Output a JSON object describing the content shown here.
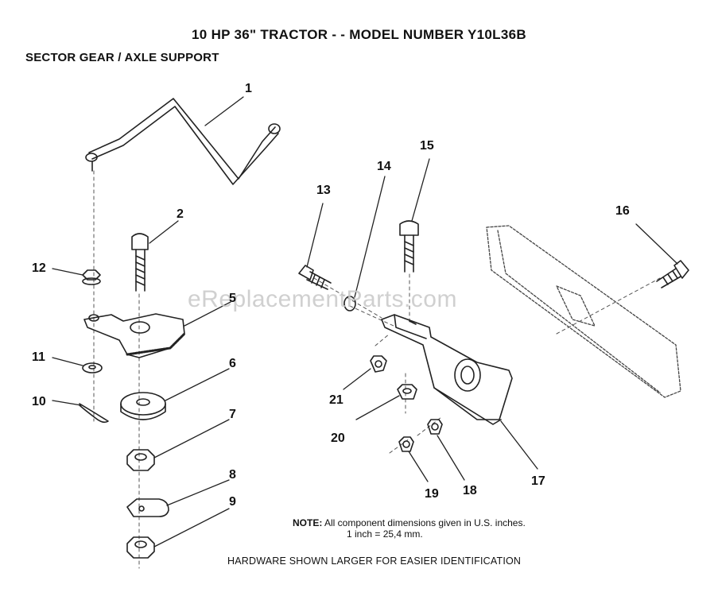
{
  "title": "10 HP 36\" TRACTOR - - MODEL NUMBER Y10L36B",
  "subtitle": "SECTOR GEAR / AXLE SUPPORT",
  "watermark": "eReplacementParts.com",
  "note": {
    "label": "NOTE:",
    "line1": "All component dimensions given in U.S. inches.",
    "line2": "1 inch = 25,4 mm."
  },
  "hardware_note": "HARDWARE SHOWN LARGER FOR EASIER IDENTIFICATION",
  "callouts": {
    "c1": "1",
    "c2": "2",
    "c5": "5",
    "c6": "6",
    "c7": "7",
    "c8": "8",
    "c9": "9",
    "c10": "10",
    "c11": "11",
    "c12": "12",
    "c13": "13",
    "c14": "14",
    "c15": "15",
    "c16": "16",
    "c17": "17",
    "c18": "18",
    "c19": "19",
    "c20": "20",
    "c21": "21"
  }
}
